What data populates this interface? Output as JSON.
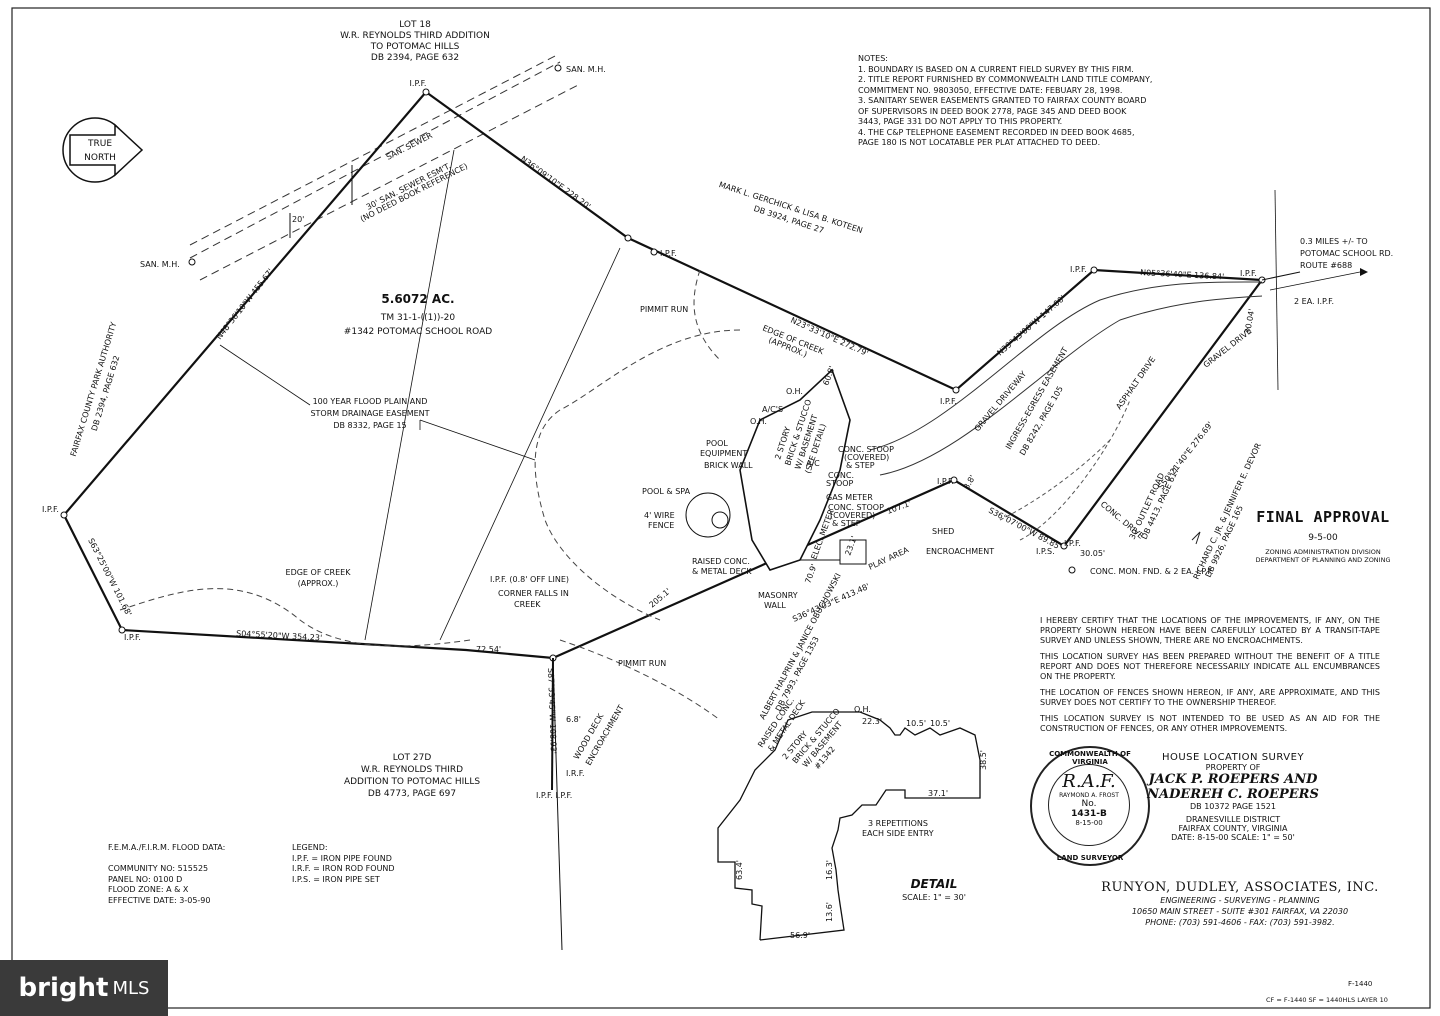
{
  "north": {
    "line1": "TRUE",
    "line2": "NORTH"
  },
  "adjoiners": {
    "lot18": [
      "LOT 18",
      "W.R. REYNOLDS THIRD ADDITION",
      "TO POTOMAC HILLS",
      "DB 2394, PAGE 632"
    ],
    "gerchick": [
      "MARK L. GERCHICK & LISA B. KOTEEN",
      "DB 3924, PAGE 27"
    ],
    "park": [
      "FAIRFAX COUNTY PARK AUTHORITY",
      "DB 2394, PAGE 632"
    ],
    "lot27d": [
      "LOT 27D",
      "W.R. REYNOLDS THIRD",
      "ADDITION TO POTOMAC HILLS",
      "DB 4773, PAGE 697"
    ],
    "halprin": [
      "ALBERT HALPRIN & JANICE OBUCHOWSKI",
      "DB 7993, PAGE 1353"
    ],
    "devor": [
      "RICHARD C. JR. & JENNIFER E. DEVOR",
      "DB 9926, PAGE 165"
    ]
  },
  "site": {
    "acreage": "5.6072 AC.",
    "tm": "TM 31-1-((1))-20",
    "address": "#1342 POTOMAC SCHOOL ROAD"
  },
  "labels": {
    "san_mh_top": "SAN. M.H.",
    "san_mh_left": "SAN. M.H.",
    "san_sewer": "SAN. SEWER",
    "sewer_esmt1": "30' SAN. SEWER ESM'T.",
    "sewer_esmt2": "(NO DEED BOOK REFERENCE)",
    "twenty": "20'",
    "flood1": "100 YEAR FLOOD PLAIN AND",
    "flood2": "STORM DRAINAGE EASEMENT",
    "flood3": "DB 8332, PAGE 15",
    "pimmit_top": "PIMMIT RUN",
    "pimmit_bottom": "PIMMIT RUN",
    "creek_top1": "EDGE OF CREEK",
    "creek_top2": "(APPROX.)",
    "creek_left1": "EDGE OF CREEK",
    "creek_left2": "(APPROX.)",
    "ipf_off": "I.P.F. (0.8' OFF LINE)",
    "corner_falls1": "CORNER FALLS IN",
    "corner_falls2": "CREEK",
    "wood_deck1": "WOOD DECK",
    "wood_deck2": "ENCROACHMENT",
    "shed1": "SHED",
    "shed2": "ENCROACHMENT",
    "play": "PLAY AREA",
    "gravel_drive": "GRAVEL DRIVEWAY",
    "gravel_drive2": "GRAVEL DRIVE",
    "asphalt": "ASPHALT DRIVE",
    "conc_drive": "CONC. DRIVE",
    "ingress1": "INGRESS-EGRESS EASEMENT",
    "ingress2": "DB 8242, PAGE 105",
    "outlet1": "30' OUTLET ROAD",
    "outlet2": "DB 4413, PAGE 617",
    "route1": "0.3 MILES +/- TO",
    "route2": "POTOMAC SCHOOL RD.",
    "route3": "ROUTE #688",
    "two_ipf": "2 EA. I.P.F.",
    "conc_mon": "CONC. MON. FND. & 2 EA. I.P.F.",
    "ipf": "I.P.F.",
    "ips": "I.P.S.",
    "irf": "I.R.F.",
    "ipf_pair": "I.P.F.  I.P.F.",
    "house1": "2 STORY",
    "house2": "BRICK & STUCCO",
    "house3": "W/ BASEMENT",
    "house4": "(SEE DETAIL)",
    "pool_equip1": "POOL",
    "pool_equip2": "EQUIPMENT",
    "brick_wall": "BRICK WALL",
    "pool_spa": "POOL & SPA",
    "wire_fence1": "4' WIRE",
    "wire_fence2": "FENCE",
    "raised_deck1": "RAISED CONC.",
    "raised_deck2": "& METAL DECK",
    "masonry1": "MASONRY",
    "masonry2": "WALL",
    "stoop1": "CONC. STOOP",
    "stoop1b": "(COVERED)",
    "stoop1c": "& STEP",
    "stoop2": "CONC.",
    "stoop2b": "STOOP",
    "gas_meter": "GAS METER",
    "stoop3": "CONC. STOOP",
    "stoop3b": "(COVERED)",
    "stoop3c": "& STEP",
    "ac": "A/C",
    "acs": "A/C'S",
    "oh": "O.H.",
    "elec_meter": "ELEC. METER"
  },
  "bearings": {
    "b1": "N36°09'10\"E  228.20'",
    "b2": "N23°33'10\"E  272.79'",
    "b3": "N39°43'00\"W  147.00'",
    "b4": "N05°36'40\"E  136.84'",
    "b5": "S50°21'40\"E  276.69'",
    "b6": "S36°07'00\"W  89.85'",
    "b7": "S36°43'03\"E  413.48'",
    "b8": "S87°53'45\"W  108.93'",
    "b9": "S04°55'20\"W  354.23'",
    "b10": "72.54'",
    "b11": "S63°25'00\"W  101.68'",
    "b12": "N48°36'10\"W  455.67'",
    "d1": "30.05'",
    "d2": "30.04'",
    "d3": "3.8'",
    "d4": "107.1'",
    "d5": "205.1'",
    "d6": "6.8'",
    "d7": "70.9'",
    "d8": "23.1'",
    "d9": "60.8'"
  },
  "notes": {
    "heading": "NOTES:",
    "items": [
      "1. BOUNDARY IS BASED ON A CURRENT FIELD SURVEY BY THIS FIRM.",
      "2. TITLE REPORT FURNISHED BY COMMONWEALTH LAND TITLE COMPANY,",
      "    COMMITMENT NO. 9803050, EFFECTIVE DATE: FEBUARY 28, 1998.",
      "3. SANITARY SEWER EASEMENTS GRANTED TO FAIRFAX COUNTY BOARD",
      "    OF SUPERVISORS IN DEED BOOK 2778, PAGE 345 AND DEED BOOK",
      "    3443, PAGE 331 DO NOT APPLY TO THIS PROPERTY.",
      "4. THE C&P TELEPHONE EASEMENT RECORDED IN DEED BOOK 4685,",
      "    PAGE 180 IS NOT LOCATABLE PER PLAT ATTACHED TO DEED."
    ]
  },
  "certification": [
    "I HEREBY CERTIFY THAT THE LOCATIONS OF THE IMPROVEMENTS, IF ANY, ON THE PROPERTY SHOWN HEREON HAVE BEEN CAREFULLY LOCATED BY A TRANSIT-TAPE SURVEY AND UNLESS SHOWN, THERE ARE NO ENCROACHMENTS.",
    "THIS LOCATION SURVEY HAS BEEN PREPARED WITHOUT THE BENEFIT OF A TITLE REPORT AND DOES NOT THEREFORE NECESSARILY INDICATE ALL ENCUMBRANCES ON THE PROPERTY.",
    "THE LOCATION OF FENCES SHOWN HEREON, IF ANY, ARE APPROXIMATE, AND THIS SURVEY DOES NOT CERTIFY TO THE OWNERSHIP THEREOF.",
    "THIS LOCATION SURVEY IS NOT INTENDED TO BE USED AS AN AID FOR THE CONSTRUCTION OF FENCES, OR ANY OTHER IMPROVEMENTS."
  ],
  "fema": [
    "F.E.M.A./F.I.R.M. FLOOD DATA:",
    "",
    "COMMUNITY NO: 515525",
    "PANEL NO: 0100 D",
    "FLOOD ZONE: A & X",
    "EFFECTIVE DATE: 3-05-90"
  ],
  "legend": [
    "LEGEND:",
    "I.P.F. = IRON PIPE FOUND",
    "I.R.F. = IRON ROD FOUND",
    "I.P.S. = IRON PIPE SET"
  ],
  "approval": {
    "title": "FINAL APPROVAL",
    "stamp": "9-5-00",
    "line1": "ZONING ADMINISTRATION DIVISION",
    "line2": "DEPARTMENT OF PLANNING AND ZONING"
  },
  "title_block": {
    "title": "HOUSE LOCATION SURVEY",
    "property_of": "PROPERTY OF",
    "owner1": "JACK P. ROEPERS AND",
    "owner2": "NADEREH C. ROEPERS",
    "db": "DB 10372 PAGE 1521",
    "district": "DRANESVILLE DISTRICT",
    "county": "FAIRFAX COUNTY, VIRGINIA",
    "date_scale": "DATE: 8-15-00   SCALE: 1\" = 50'"
  },
  "firm": {
    "name": "RUNYON, DUDLEY, ASSOCIATES, INC.",
    "services": "ENGINEERING - SURVEYING - PLANNING",
    "address": "10650 MAIN STREET - SUITE #301   FAIRFAX, VA 22030",
    "phone": "PHONE: (703) 591-4606  -  FAX: (703) 591-3982."
  },
  "seal": {
    "top": "COMMONWEALTH OF VIRGINIA",
    "name": "RAYMOND A. FROST",
    "no_label": "No.",
    "number": "1431-B",
    "date": "8-15-00",
    "bottom": "LAND SURVEYOR",
    "signature": "R.A.F."
  },
  "detail": {
    "title": "DETAIL",
    "scale": "SCALE: 1\" = 30'",
    "house1": "2 STORY",
    "house2": "BRICK & STUCCO",
    "house3": "W/ BASEMENT",
    "house4": "#1342",
    "deck1": "RAISED CONC.",
    "deck2": "& METAL DECK",
    "reps1": "3 REPETITIONS",
    "reps2": "EACH SIDE ENTRY",
    "oh": "O.H.",
    "dims": [
      "22.3'",
      "10.5'",
      "10.5'",
      "38.5'",
      "37.1'",
      "56.9'",
      "63.4'",
      "13.6'",
      "16.3'"
    ]
  },
  "sheet_no": "F-1440",
  "footer": "CF = F-1440  SF = 1440HLS  LAYER 10",
  "watermark": {
    "bright": "bright",
    "mls": "MLS"
  }
}
